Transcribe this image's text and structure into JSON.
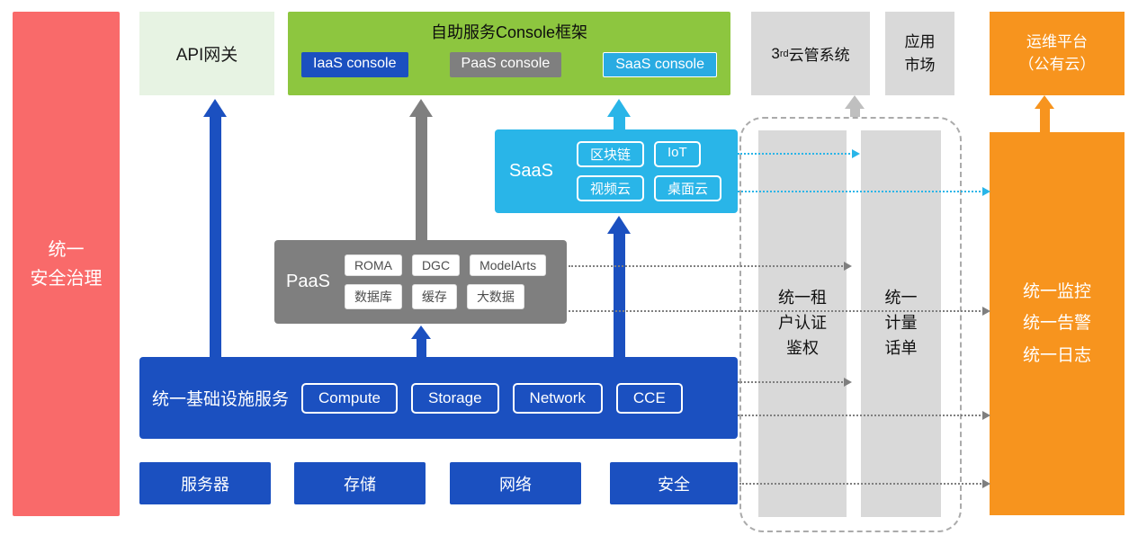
{
  "colors": {
    "red": "#F96A6A",
    "light_green": "#E7F3E3",
    "green": "#8DC63F",
    "blue": "#1B50C0",
    "gray": "#7F7F7F",
    "light_gray": "#D9D9D9",
    "cyan": "#29B5E8",
    "orange": "#F7941E"
  },
  "security_bar": {
    "label": "统一\n安全治理"
  },
  "api_gateway": {
    "label": "API网关"
  },
  "console_frame": {
    "title": "自助服务Console框架",
    "iaas_console": "IaaS console",
    "paas_console": "PaaS console",
    "saas_console": "SaaS console"
  },
  "third_cloud": {
    "prefix": "3",
    "sup": "rd",
    "suffix": "云管系统"
  },
  "app_market": {
    "label": "应用\n市场"
  },
  "ops_platform": {
    "label": "运维平台\n（公有云）"
  },
  "saas": {
    "label": "SaaS",
    "chips": [
      "区块链",
      "IoT",
      "视频云",
      "桌面云"
    ]
  },
  "paas": {
    "label": "PaaS",
    "chips": [
      "ROMA",
      "DGC",
      "ModelArts",
      "数据库",
      "缓存",
      "大数据"
    ]
  },
  "infra": {
    "label": "统一基础设施服务",
    "chips": [
      "Compute",
      "Storage",
      "Network",
      "CCE"
    ]
  },
  "foundation": {
    "items": [
      "服务器",
      "存储",
      "网络",
      "安全"
    ]
  },
  "auth_bar": {
    "label": "统一租\n户认证\n鉴权"
  },
  "billing_bar": {
    "label": "统一\n计量\n话单"
  },
  "monitor": {
    "label": "统一监控\n统一告警\n统一日志"
  }
}
